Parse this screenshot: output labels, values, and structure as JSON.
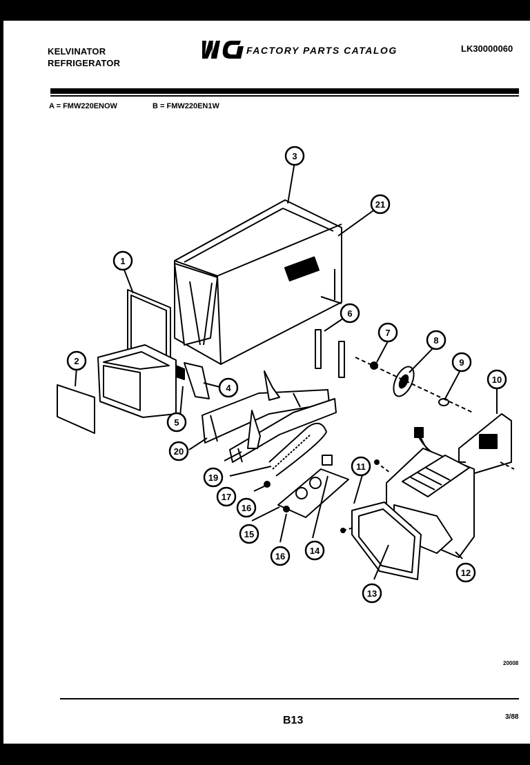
{
  "header": {
    "brand_line1": "KELVINATOR",
    "brand_line2": "REFRIGERATOR",
    "logo_text": "WCI",
    "catalog_title": "FACTORY PARTS CATALOG",
    "catalog_code": "LK30000060"
  },
  "models": {
    "a": "A = FMW220ENOW",
    "b": "B = FMW220EN1W"
  },
  "callouts": [
    "1",
    "2",
    "3",
    "4",
    "5",
    "6",
    "7",
    "8",
    "9",
    "10",
    "11",
    "12",
    "13",
    "14",
    "15",
    "16",
    "16",
    "17",
    "19",
    "20",
    "21"
  ],
  "footer": {
    "ref_code": "20008",
    "page_number": "B13",
    "date": "3/88"
  }
}
